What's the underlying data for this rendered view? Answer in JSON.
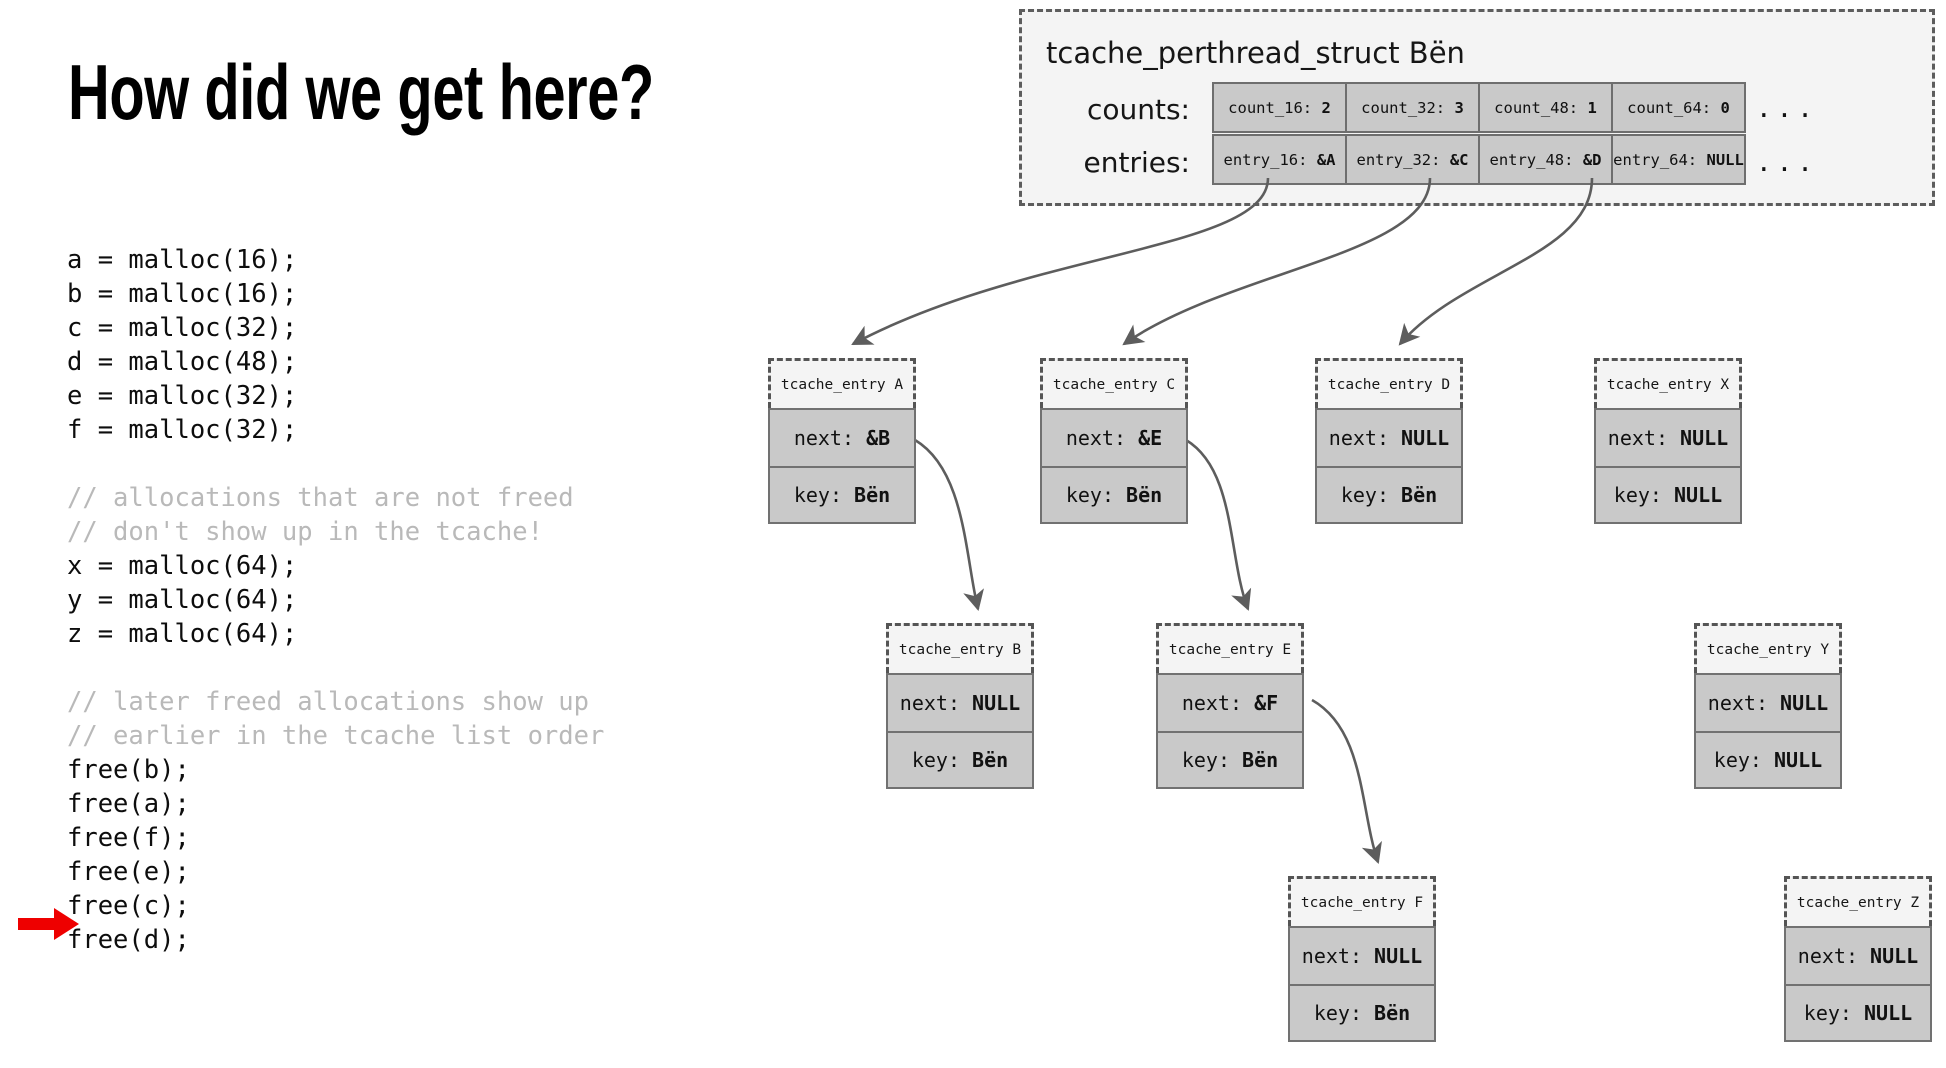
{
  "slide": {
    "title": "How did we get here?"
  },
  "code": {
    "lines": [
      {
        "text": "a = malloc(16);",
        "kind": "code"
      },
      {
        "text": "b = malloc(16);",
        "kind": "code"
      },
      {
        "text": "c = malloc(32);",
        "kind": "code"
      },
      {
        "text": "d = malloc(48);",
        "kind": "code"
      },
      {
        "text": "e = malloc(32);",
        "kind": "code"
      },
      {
        "text": "f = malloc(32);",
        "kind": "code"
      },
      {
        "text": "",
        "kind": "blank"
      },
      {
        "text": "// allocations that are not freed",
        "kind": "comment"
      },
      {
        "text": "// don't show up in the tcache!",
        "kind": "comment"
      },
      {
        "text": "x = malloc(64);",
        "kind": "code"
      },
      {
        "text": "y = malloc(64);",
        "kind": "code"
      },
      {
        "text": "z = malloc(64);",
        "kind": "code"
      },
      {
        "text": "",
        "kind": "blank"
      },
      {
        "text": "// later freed allocations show up",
        "kind": "comment"
      },
      {
        "text": "// earlier in the tcache list order",
        "kind": "comment"
      },
      {
        "text": "free(b);",
        "kind": "code"
      },
      {
        "text": "free(a);",
        "kind": "code"
      },
      {
        "text": "free(f);",
        "kind": "code"
      },
      {
        "text": "free(e);",
        "kind": "code"
      },
      {
        "text": "free(c);",
        "kind": "code"
      },
      {
        "text": "free(d);",
        "kind": "code"
      }
    ],
    "cursor_marker_color": "#ee0000",
    "cursor_points_at": "free(d);"
  },
  "struct_panel": {
    "title": "tcache_perthread_struct Bën",
    "counts_label": "counts:",
    "entries_label": "entries:",
    "ellipsis": "...",
    "counts": [
      {
        "name": "count_16:",
        "value": "2"
      },
      {
        "name": "count_32:",
        "value": "3"
      },
      {
        "name": "count_48:",
        "value": "1"
      },
      {
        "name": "count_64:",
        "value": "0"
      }
    ],
    "entries": [
      {
        "name": "entry_16:",
        "value": "&A"
      },
      {
        "name": "entry_32:",
        "value": "&C"
      },
      {
        "name": "entry_48:",
        "value": "&D"
      },
      {
        "name": "entry_64:",
        "value": "NULL"
      }
    ]
  },
  "nodes": [
    {
      "id": "A",
      "header": "tcache_entry A",
      "next_label": "next:",
      "next_value": "&B",
      "key_label": "key:",
      "key_value": "Bën"
    },
    {
      "id": "C",
      "header": "tcache_entry C",
      "next_label": "next:",
      "next_value": "&E",
      "key_label": "key:",
      "key_value": "Bën"
    },
    {
      "id": "D",
      "header": "tcache_entry D",
      "next_label": "next:",
      "next_value": "NULL",
      "key_label": "key:",
      "key_value": "Bën"
    },
    {
      "id": "X",
      "header": "tcache_entry X",
      "next_label": "next:",
      "next_value": "NULL",
      "key_label": "key:",
      "key_value": "NULL"
    },
    {
      "id": "B",
      "header": "tcache_entry B",
      "next_label": "next:",
      "next_value": "NULL",
      "key_label": "key:",
      "key_value": "Bën"
    },
    {
      "id": "E",
      "header": "tcache_entry E",
      "next_label": "next:",
      "next_value": "&F",
      "key_label": "key:",
      "key_value": "Bën"
    },
    {
      "id": "Y",
      "header": "tcache_entry Y",
      "next_label": "next:",
      "next_value": "NULL",
      "key_label": "key:",
      "key_value": "NULL"
    },
    {
      "id": "F",
      "header": "tcache_entry F",
      "next_label": "next:",
      "next_value": "NULL",
      "key_label": "key:",
      "key_value": "Bën"
    },
    {
      "id": "Z",
      "header": "tcache_entry Z",
      "next_label": "next:",
      "next_value": "NULL",
      "key_label": "key:",
      "key_value": "NULL"
    }
  ],
  "colors": {
    "cell_fill": "#c9c9c9",
    "header_fill": "#f4f4f4",
    "border": "#6e6e6e",
    "dashed_border": "#555555",
    "comment_text": "#b9b9b9",
    "arrow_marker": "#ee0000",
    "connector": "#5d5d5d"
  }
}
